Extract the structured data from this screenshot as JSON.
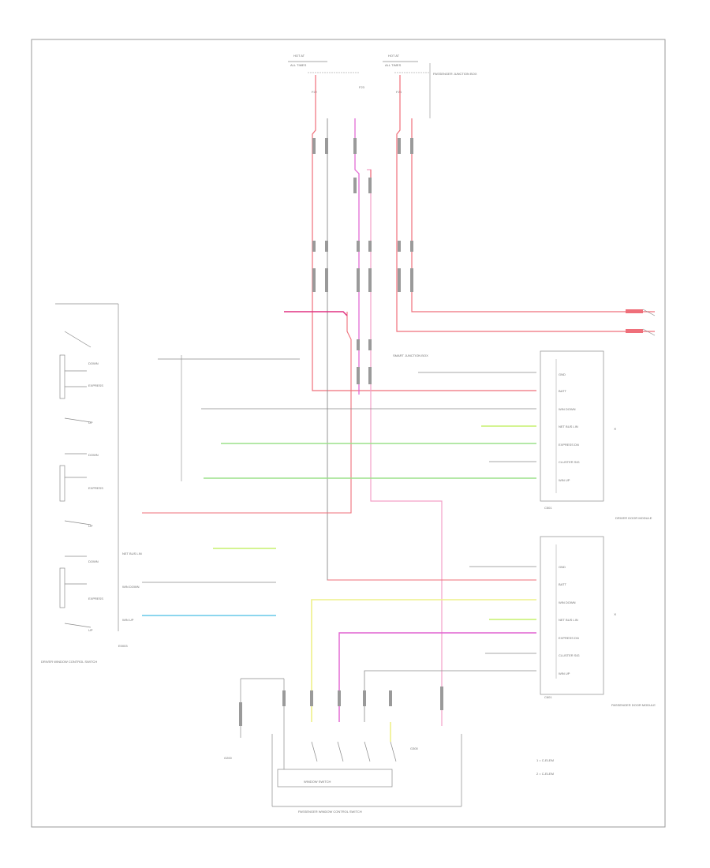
{
  "colors": {
    "frame": "#9a9a9a",
    "wire_black": "#8a8a8a",
    "wire_red": "#ef6f7a",
    "wire_pink": "#f3a0c8",
    "wire_magenta": "#e060d0",
    "wire_green": "#9be08a",
    "wire_ltgreen": "#c6f06e",
    "wire_yellow": "#eef08a",
    "wire_blue": "#66c8e8",
    "text": "#6f6f6f"
  },
  "labels": {
    "hot_at_all_times_1": "HOT AT",
    "hot_at_all_times_1b": "ALL TIMES",
    "hot_at_all_times_2": "HOT AT",
    "hot_at_all_times_2b": "ALL TIMES",
    "passenger_junction_box": "PASSENGER JUNCTION BOX",
    "fuse_driver": "F22",
    "fuse_acc": "F23",
    "fuse_pass": "F24",
    "smart_junction_box": "SMART JUNCTION BOX",
    "driver_door_module_label": "DRIVER DOOR MODULE",
    "passenger_door_module_label": "PASSENGER DOOR MODULE",
    "driver_window_control_switch": "DRIVER WINDOW CONTROL SWITCH",
    "passenger_window_control_switch": "PASSENGER WINDOW CONTROL SWITCH",
    "window_up_down": "WINDOW SWITCH",
    "ground_left": "G200",
    "ground_right": "G300",
    "legend_1": "1 = C-ELEM",
    "legend_2": "2 = C-ELEM",
    "bottom_left_ref": "E0003",
    "c_driver": "C501",
    "c_passenger": "C601"
  },
  "pins_driver_module": [
    "GND",
    "BATT",
    "WIN DOWN",
    "NET BUS LIN",
    "EXPRESS DN",
    "CLUSTER SIG",
    "WIN UP"
  ],
  "pins_passenger_module": [
    "GND",
    "BATT",
    "WIN DOWN",
    "NET BUS LIN",
    "EXPRESS DN",
    "CLUSTER SIG",
    "WIN UP"
  ],
  "left_switch_labels": [
    "DOWN",
    "EXPRESS",
    "UP",
    "DOWN",
    "EXPRESS",
    "UP",
    "DOWN",
    "EXPRESS",
    "UP"
  ],
  "side_labels": [
    "NET BUS LIN",
    "WIN DOWN",
    "WIN UP"
  ]
}
